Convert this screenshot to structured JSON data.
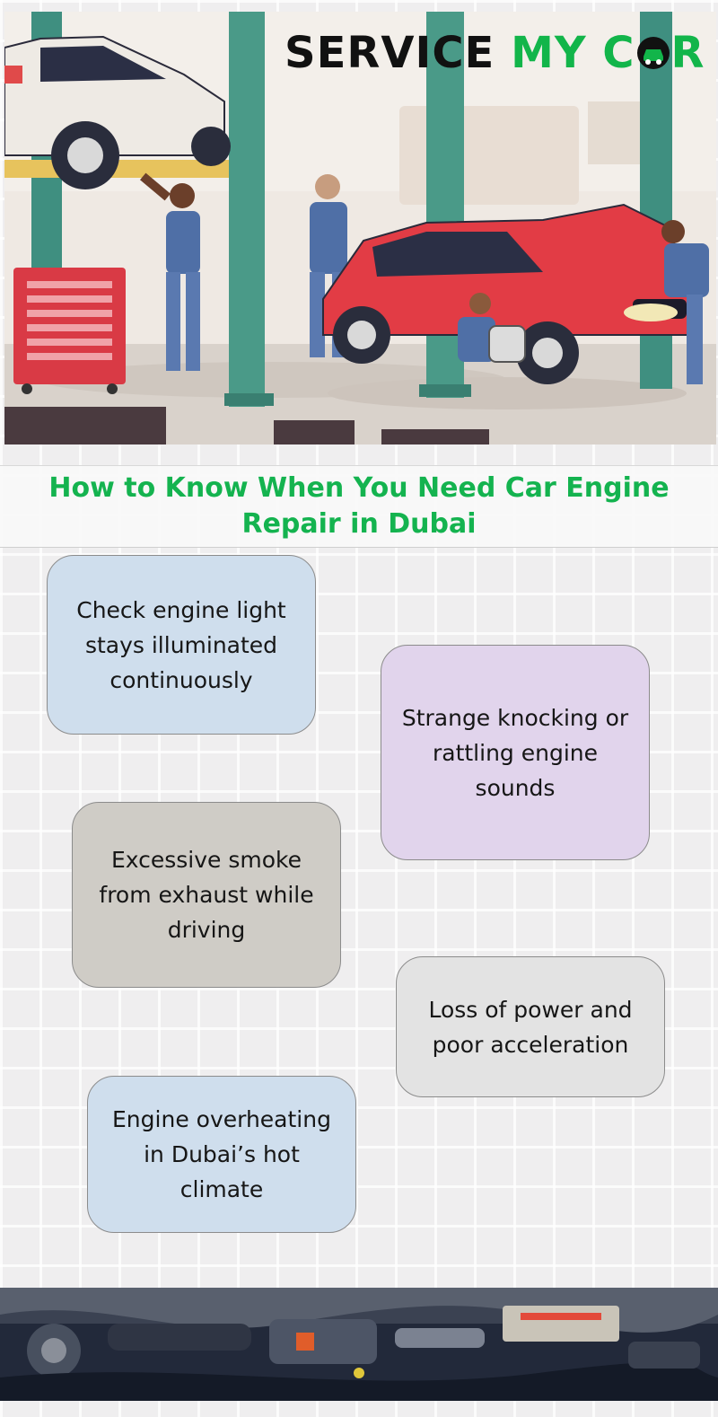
{
  "logo": {
    "word1": "SERVICE",
    "word2": "MY C",
    "word3": "R",
    "colors": {
      "dark": "#111111",
      "green": "#12b54a"
    }
  },
  "hero": {
    "image": "car-repair-garage-illustration"
  },
  "title": "How to Know When You Need Car Engine Repair in Dubai",
  "cards": [
    {
      "text": "Check engine light stays illuminated continuously",
      "color": "#cfdeed"
    },
    {
      "text": "Strange knocking or rattling engine sounds",
      "color": "#e1d4ec"
    },
    {
      "text": "Excessive smoke from exhaust while driving",
      "color": "#cfccc6"
    },
    {
      "text": "Loss of power and poor acceleration",
      "color": "#e3e3e3"
    },
    {
      "text": "Engine overheating in Dubai’s hot climate",
      "color": "#cfdeed"
    }
  ],
  "footer": {
    "image": "car-engine-bay-photo"
  },
  "accent": "#14b34f"
}
